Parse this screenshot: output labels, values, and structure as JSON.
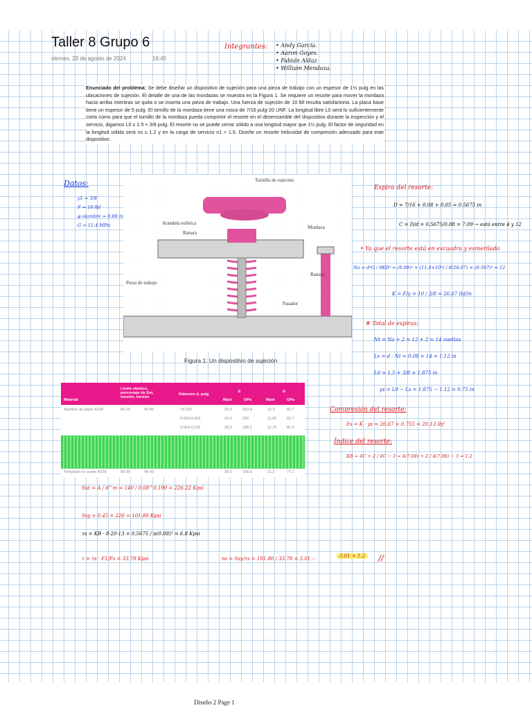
{
  "header": {
    "title": "Taller 8 Grupo 6",
    "date": "viernes, 23 de agosto de 2024",
    "time": "18:45"
  },
  "integrantes": {
    "label": "Integrantes:",
    "names": [
      "Andy García.",
      "Aaron Goyes.",
      "Fabián Aldaz",
      "William Mendoza."
    ]
  },
  "problem": {
    "heading": "Enunciado del problema:",
    "text": "Se debe diseñar un dispositivo de sujeción para una pieza de trabajo con un espesor de 1½ pulg en las ubicaciones de sujeción. El detalle de una de las mordazas se muestra en la Figura 1. Se requiere un resorte para mover la mordaza hacia arriba mientras se quita o se inserta una pieza de trabajo. Una fuerza de sujeción de 10 lbf resulta satisfactoria. La placa base tiene un espesor de 5 pulg. El tornillo de la mordaza tiene una rosca de 7/16 pulg-20 UNF. La longitud libre L0 será lo suficientemente corta como para que el tornillo de la mordaza pueda comprimir el resorte en el desensamble del dispositivo durante la inspección y el servicio, digamos L0 ≤ 1.5 + 3/8 pulg. El resorte no se puede cerrar sólido a una longitud mayor que 1¼ pulg. El factor de seguridad en la longitud sólida será ns ≥ 1.2 y en la carga de servicio n1 > 1.5. Diseñe un resorte helicoidal de compresión adecuado para este dispositivo."
  },
  "figure": {
    "caption": "Figura 1: Un dispositivo de sujeción",
    "labels": [
      "Tornillo de sujeción",
      "Arandela esférica",
      "Ranura",
      "Mordaza",
      "Pieza de trabajo",
      "Ranura",
      "Pasador"
    ]
  },
  "datos": {
    "title": "Datos:",
    "items": [
      "y1 = 3/8",
      "F = 10 lbf",
      "φ alambre = 0.08 in",
      "G = 11.4 MPsi"
    ]
  },
  "table": {
    "headers": [
      "Material",
      "Límite elástico, porcentaje de Sut, tensión, torsión",
      "Diámetro d, pulg",
      "Mpsi",
      "GPa",
      "Mpsi",
      "GPa"
    ],
    "group_headers": [
      "E",
      "G"
    ],
    "rows": [
      [
        "Alambre de piano A228",
        "65-75",
        "45-60",
        "<0.032",
        "29.5",
        "203.4",
        "12.0",
        "82.7"
      ],
      [
        "",
        "",
        "",
        "0.033-0.063",
        "29.0",
        "200",
        "11.85",
        "81.7"
      ],
      [
        "",
        "",
        "",
        "0.064-0.125",
        "28.5",
        "196.5",
        "11.75",
        "81.0"
      ],
      [
        "Templado en aceite A239",
        "85-90",
        "45-50",
        "",
        "28.5",
        "196.5",
        "11.2",
        "77.2"
      ]
    ]
  },
  "right_calcs": [
    "Espira del resorte:",
    "D = 7/16 + 0.08 + 0.05 = 0.5675 in",
    "C = D/d = 0.5675/0.08 = 7.09 → está entre 4 y 12",
    "• Ya que el resorte está en escuadra y esmerilado",
    "Na = d⁴G / 8KD³ = (0.08)⁴ × (11.4×10⁶) / 8(26.67) × (0.567)³ = 12",
    "K = F/y = 10 / 3/8 = 26.67 lbf/in",
    "# Total de espiras:",
    "Nt = Na + 2 = 12 + 2 = 14 vueltas",
    "Ls = d · Nt = 0.08 × 14 = 1.12 in",
    "L0 = 1.5 + 3/8 = 1.875 in",
    "ys = L0 − Ls = 1.875 − 1.12 = 0.75 in",
    "Compresión del resorte:",
    "Fs = K · ys = 26.67 × 0.755 = 20.13 lbf",
    "Índice del resorte:",
    "KB = 4C + 2 / 4C − 3 = 4(7.08) + 2 / 4(7.08) − 3 = 1.2"
  ],
  "bottom_calcs": [
    "Sut = A / d^m = 140 / 0.08^0.190 = 226.22 Kpsi",
    "Ssy = 0.45 × 226 = 101.80 Kpsi",
    "τs = KB · 8·20·13 × 0.5675 / π(0.08)³ = 6.8 Kpsi",
    "τ = τs · F1/Fs = 33.78 Kpsi",
    "ns = Ssy/τs = 101.80 / 33.78 = 3.01 ∴",
    "3.01 > 1.2",
    "//"
  ],
  "footer": {
    "text": "Diseño 2 Page 1"
  },
  "colors": {
    "grid": "#b9d3ea",
    "ink_red": "#d8141c",
    "ink_blue": "#1537d8",
    "table_header": "#e8178a",
    "spring": "#e0539c",
    "highlight_green": "#36d24a",
    "highlight_yellow": "#f5f06a"
  }
}
